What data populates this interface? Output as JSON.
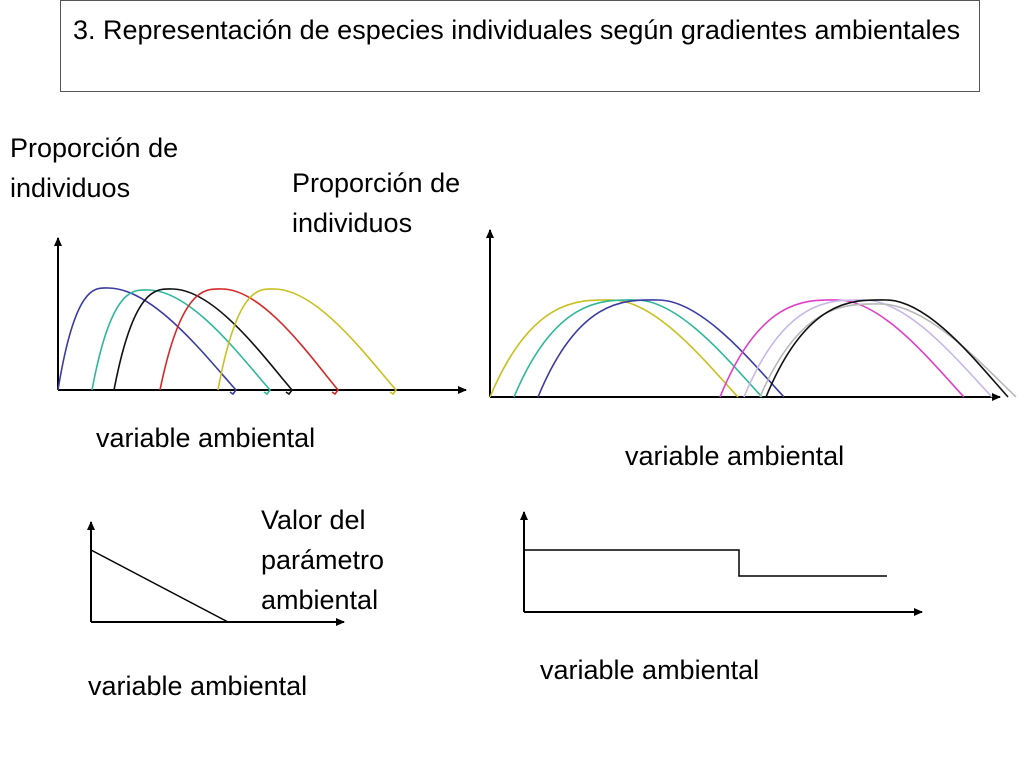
{
  "title": "3. Representación de especies individuales según gradientes ambientales",
  "labels": {
    "y_left_top": "Proporción de individuos",
    "y_right_top": "Proporción de individuos",
    "x_top_left": "variable ambiental",
    "x_top_right": "variable ambiental",
    "y_bottom_middle": "Valor del parámetro ambiental",
    "x_bottom_left": "variable ambiental",
    "x_bottom_right": "variable ambiental"
  },
  "colors": {
    "blue": "#3b3ba3",
    "teal": "#2fb79a",
    "black": "#111111",
    "red": "#d42a2a",
    "yellow": "#c9c020",
    "magenta": "#e040c8",
    "lavender": "#c8b8e8",
    "gray": "#b8b8b8"
  },
  "chart_data": [
    {
      "type": "line",
      "description_key": "panel-top-left",
      "series": [
        {
          "color_key": "blue"
        },
        {
          "color_key": "teal"
        },
        {
          "color_key": "black"
        },
        {
          "color_key": "red"
        },
        {
          "color_key": "yellow"
        }
      ]
    },
    {
      "type": "line",
      "description_key": "panel-top-right",
      "series": [
        {
          "color_key": "yellow"
        },
        {
          "color_key": "teal"
        },
        {
          "color_key": "blue"
        },
        {
          "color_key": "magenta"
        },
        {
          "color_key": "lavender"
        },
        {
          "color_key": "gray"
        },
        {
          "color_key": "black"
        }
      ]
    },
    {
      "type": "line",
      "description_key": "panel-bottom-left"
    },
    {
      "type": "line",
      "description_key": "panel-bottom-right"
    }
  ]
}
